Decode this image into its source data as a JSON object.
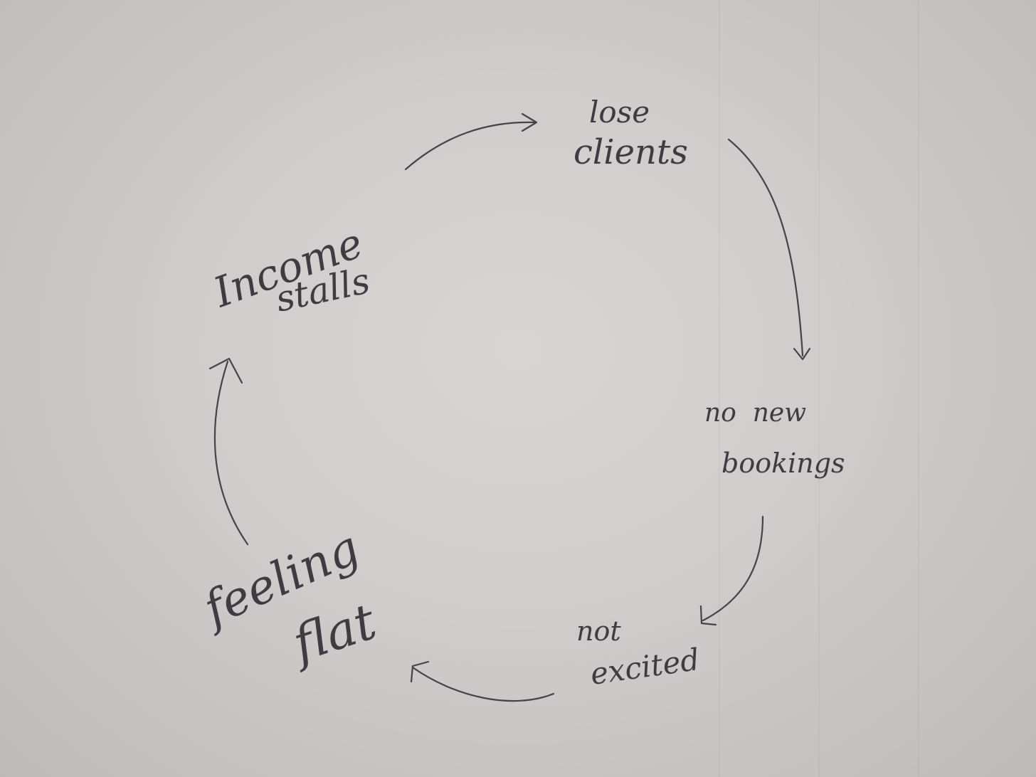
{
  "diagram": {
    "ink_color": "#45424b",
    "paper_color": "#d4d2d0",
    "nodes": [
      {
        "id": "lose-clients",
        "lines": [
          "lose",
          "clients"
        ]
      },
      {
        "id": "no-new-bookings",
        "lines": [
          "no  new",
          "bookings"
        ]
      },
      {
        "id": "not-excited",
        "lines": [
          "not",
          "excited"
        ]
      },
      {
        "id": "feeling-flat",
        "lines": [
          "feeling",
          "flat"
        ]
      },
      {
        "id": "income-stalls",
        "lines": [
          "Income",
          "stalls"
        ]
      }
    ],
    "edges": [
      {
        "from": "income-stalls",
        "to": "lose-clients"
      },
      {
        "from": "lose-clients",
        "to": "no-new-bookings"
      },
      {
        "from": "no-new-bookings",
        "to": "not-excited"
      },
      {
        "from": "not-excited",
        "to": "feeling-flat"
      },
      {
        "from": "feeling-flat",
        "to": "income-stalls"
      }
    ]
  }
}
